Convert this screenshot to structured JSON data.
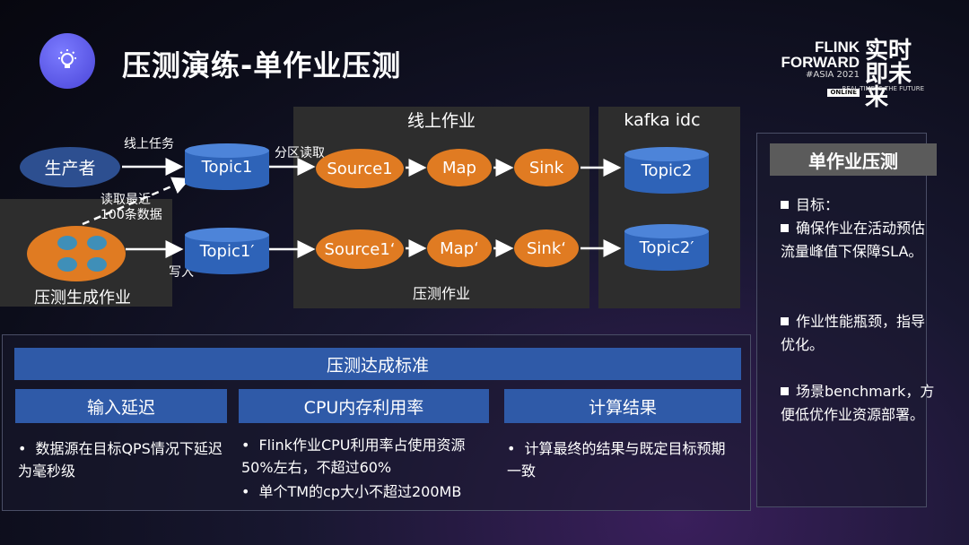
{
  "header": {
    "title": "压测演练-单作业压测",
    "brand_line1": "FLINK",
    "brand_line2": "FORWARD",
    "brand_event": "#ASIA 2021",
    "brand_online": "ONLINE",
    "brand_cn": "实时即未来",
    "brand_tagline": "REAL-TIME IS THE FUTURE",
    "icon": "lightbulb-icon"
  },
  "diagram": {
    "online_job_label": "线上作业",
    "kafka_label": "kafka idc",
    "stress_job_label": "压测作业",
    "producer": "生产者",
    "produce_task_label": "线上任务",
    "partition_read_label": "分区读取",
    "read_recent_label": "读取最近\n100条数据",
    "write_label": "写入",
    "stress_gen_label": "压测生成作业",
    "topic1": "Topic1",
    "topic1p": "Topic1′",
    "source1": "Source1",
    "map": "Map",
    "sink": "Sink",
    "topic2": "Topic2",
    "source1p": "Source1‘",
    "mapp": "Map‘",
    "sinkp": "Sink‘",
    "topic2p": "Topic2′"
  },
  "criteria": {
    "header": "压测达成标准",
    "columns": [
      {
        "title": "输入延迟",
        "bullets": [
          "数据源在目标QPS情况下延迟为毫秒级"
        ]
      },
      {
        "title": "CPU内存利用率",
        "bullets": [
          "Flink作业CPU利用率占使用资源50%左右，不超过60%",
          "单个TM的cp大小不超过200MB"
        ]
      },
      {
        "title": "计算结果",
        "bullets": [
          "计算最终的结果与既定目标预期一致"
        ]
      }
    ]
  },
  "sidebar": {
    "title": "单作业压测",
    "items": [
      "目标：",
      "确保作业在活动预估流量峰值下保障SLA。",
      "作业性能瓶颈，指导优化。",
      "场景benchmark，方便低优作业资源部署。"
    ]
  },
  "colors": {
    "orange": "#e07b22",
    "blue": "#2e63b8",
    "bar_blue": "#2f5aa8",
    "panel": "#2d2d2d"
  }
}
